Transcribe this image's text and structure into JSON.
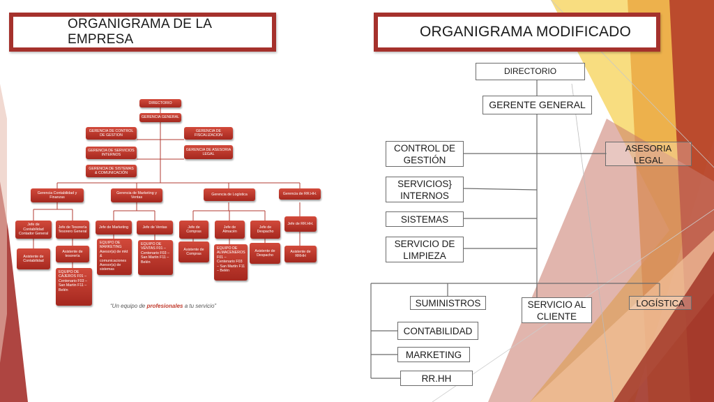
{
  "colors": {
    "accent": "#a5312c",
    "node_red": "#c0392b",
    "line_gray": "#6b6b6b"
  },
  "left_panel": {
    "title": "ORGANIGRAMA DE LA EMPRESA",
    "nodes": {
      "directorio": "DIRECTORIO",
      "gerencia_general": "GERENCIA GENERAL",
      "control_gestion": "GERENCIA DE CONTROL DE GESTION",
      "fiscalizacion": "GERENCIA DE FISCALIZACION",
      "servicios_internos": "GERENCIA DE SERVICIOS INTERNOS",
      "asesoria_legal": "GERENCIA DE ASESORIA LEGAL",
      "sistemas": "GERENCIA DE SISTEMAS & COMUNICACIÓN",
      "contabilidad": "Gerencia Contabilidad y Finanzas",
      "marketing": "Gerencia de Marketing y Ventas",
      "logistica": "Gerencia de Logística",
      "rrhh": "Gerencia de RR.HH.",
      "jefe_contabilidad": "Jefe de Contabilidad Contador General",
      "jefe_tesoreria": "Jefe de Tesorería Tesorero General",
      "jefe_marketing": "Jefe de Marketing",
      "jefe_ventas": "Jefe de Ventas",
      "jefe_compras": "Jefe de Compras",
      "jefe_almacen": "Jefe de Almacén",
      "jefe_despacho": "Jefe de Despacho",
      "jefe_rrhh": "Jefe de RR.HH.",
      "asistente_contabilidad": "Asistente de Contabilidad",
      "asistente_tesoreria": "Asistente de tesorería",
      "equipo_cajeros": "EQUIPO DE CAJEROS F01 – Centenario F03 – San Martin F11 – Belén",
      "equipo_marketing": "EQUIPO DE MARKETING Asesor(a) de mkt & comunicaciones Asesor(a) de sistemas",
      "equipo_ventas": "EQUIPO DE VENTAS F01 – Centenario F03 – San Martin F11 – Belén",
      "asistente_compras": "Asistente de Compras",
      "equipo_almaceneros": "EQUIPO DE ALMACENEROS F01 – Centenario F03 – San Martin F11 – Belén",
      "asistente_despacho": "Asistente de Despacho",
      "asistente_rrhh": "Asistente de RRHH"
    },
    "slogan": {
      "part1": "“Un equipo de ",
      "part2": "profesionales",
      "part3": " a tu servicio”"
    }
  },
  "right_panel": {
    "title": "ORGANIGRAMA MODIFICADO",
    "nodes": {
      "directorio": "DIRECTORIO",
      "gerente_general": "GERENTE GENERAL",
      "control_gestion_1": "CONTROL DE",
      "control_gestion_2": "GESTIÓN",
      "asesoria_1": "ASESORIA",
      "asesoria_2": "LEGAL",
      "servicios_1": "SERVICIOS}",
      "servicios_2": "INTERNOS",
      "sistemas": "SISTEMAS",
      "limpieza_1": "SERVICIO DE",
      "limpieza_2": "LIMPIEZA",
      "suministros": "SUMINISTROS",
      "servicio_cliente_1": "SERVICIO AL",
      "servicio_cliente_2": "CLIENTE",
      "logistica": "LOGÍSTICA",
      "contabilidad": "CONTABILIDAD",
      "marketing": "MARKETING",
      "rrhh": "RR.HH"
    }
  }
}
